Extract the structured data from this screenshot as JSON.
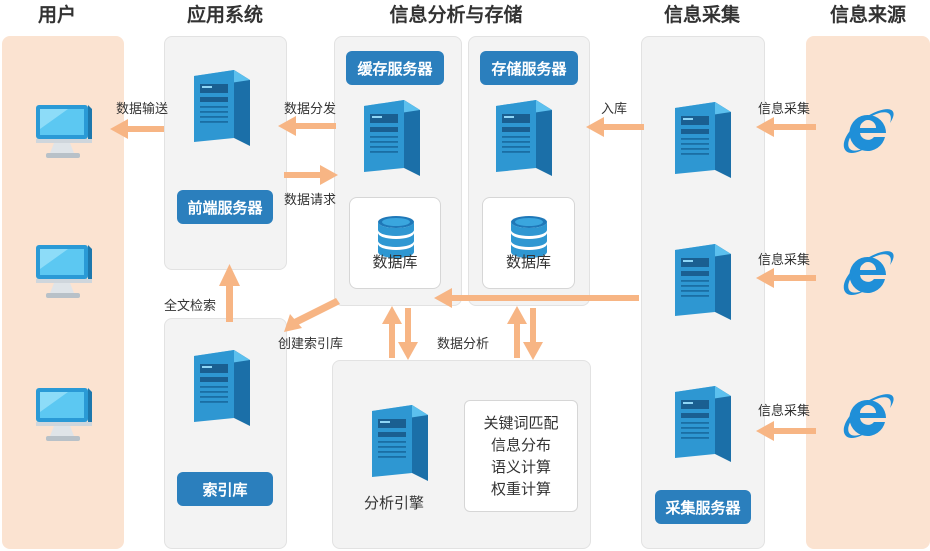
{
  "columns": {
    "user": "用户",
    "app": "应用系统",
    "analysis": "信息分析与存储",
    "collect": "信息采集",
    "source": "信息来源"
  },
  "nodes": {
    "front_server": "前端服务器",
    "cache_server": "缓存服务器",
    "storage_server": "存储服务器",
    "collect_server": "采集服务器",
    "index_db": "索引库",
    "db_cache": "数据库",
    "db_storage": "数据库",
    "engine": "分析引擎"
  },
  "engine_functions": [
    "关键词匹配",
    "信息分布",
    "语义计算",
    "权重计算"
  ],
  "edges": {
    "data_send": "数据输送",
    "data_dispatch": "数据分发",
    "data_request": "数据请求",
    "fulltext_search": "全文检索",
    "create_index": "创建索引库",
    "data_analysis": "数据分析",
    "import": "入库",
    "collect_1": "信息采集",
    "collect_2": "信息采集",
    "collect_3": "信息采集"
  },
  "colors": {
    "button_blue": "#2b7fbd",
    "arrow_orange": "#f7b584",
    "panel_peach": "#fbe3d1",
    "panel_gray": "#f3f3f3",
    "server_blue": "#2e97d2"
  },
  "icons": [
    "monitor-icon",
    "server-icon",
    "database-icon",
    "ie-browser-icon"
  ]
}
